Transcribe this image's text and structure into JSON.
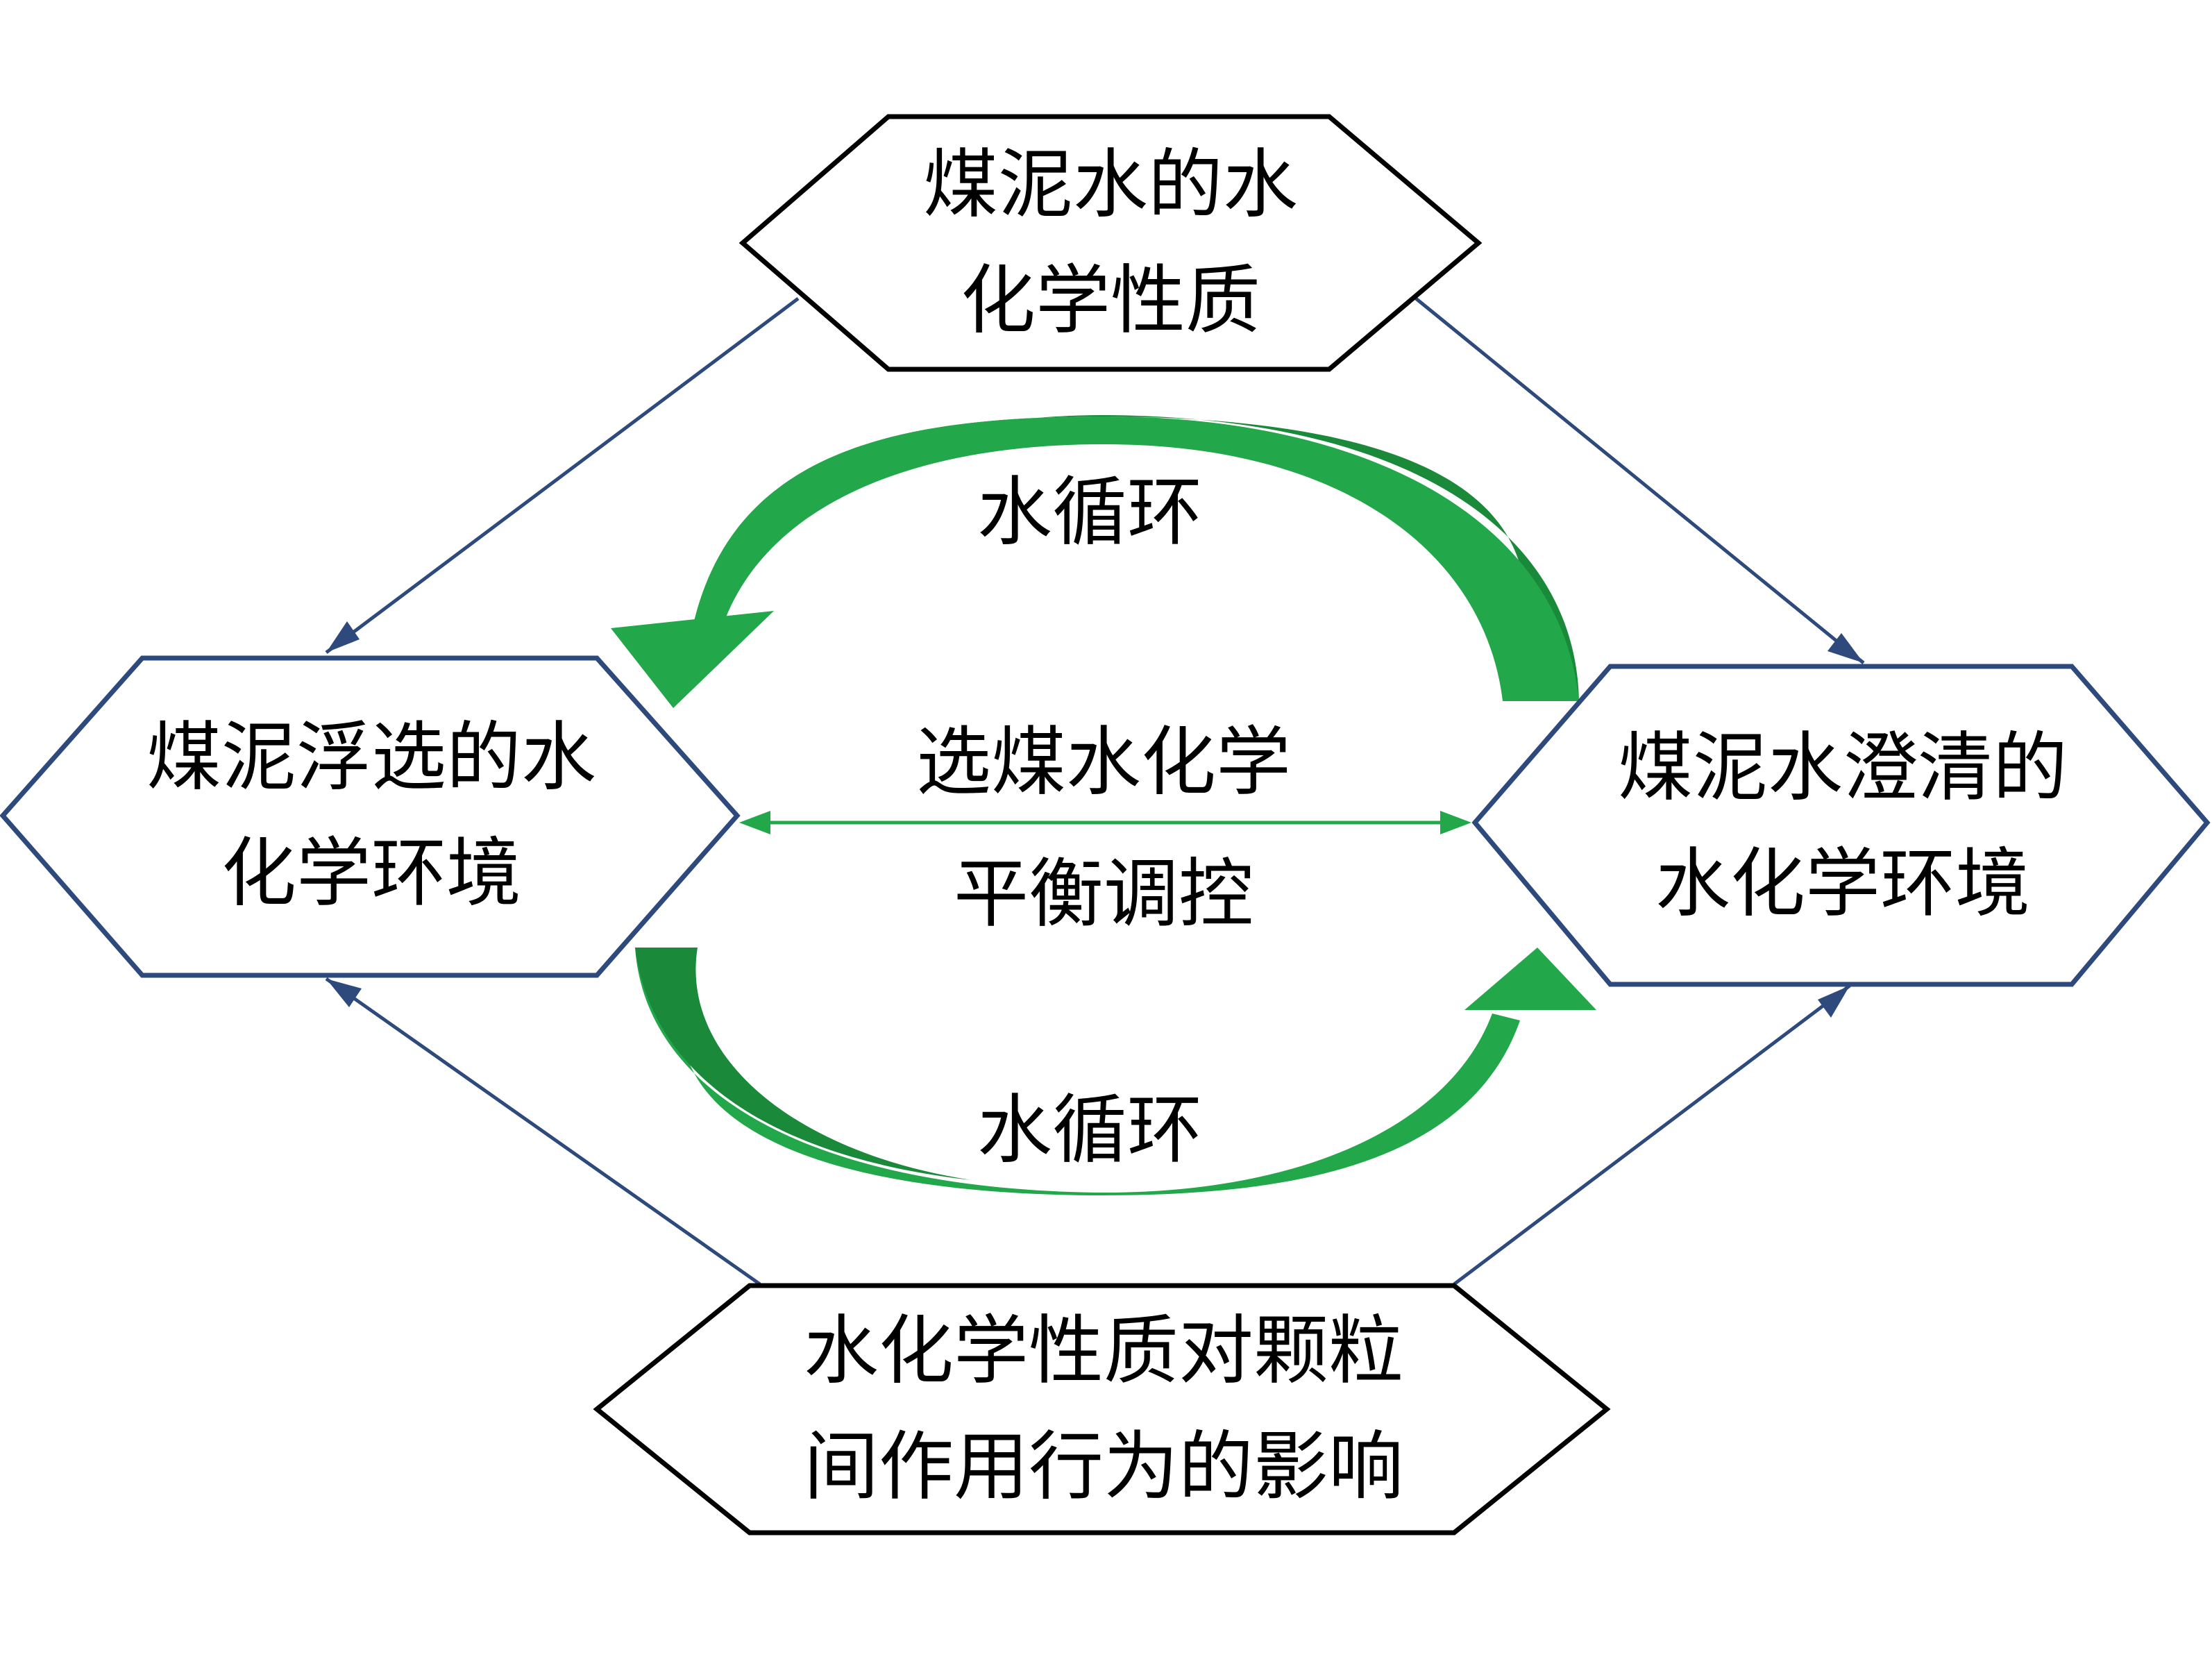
{
  "diagram": {
    "nodes": {
      "top": {
        "lines": [
          "煤泥水的水",
          "化学性质"
        ]
      },
      "left": {
        "lines": [
          "煤泥浮选的水",
          "化学环境"
        ]
      },
      "right": {
        "lines": [
          "煤泥水澄清的",
          "水化学环境"
        ]
      },
      "bottom": {
        "lines": [
          "水化学性质对颗粒",
          "间作用行为的影响"
        ]
      }
    },
    "center": {
      "line1": "选煤水化学",
      "line2": "平衡调控"
    },
    "cycles": {
      "upper_label": "水循环",
      "lower_label": "水循环"
    },
    "colors": {
      "hex_top_border": "#000000",
      "hex_bottom_border": "#000000",
      "hex_side_border": "#2e4a7d",
      "connector": "#2e4a7d",
      "green_light": "#22a84a",
      "green_dark": "#1a8a3a",
      "center_arrow": "#22a84a"
    }
  }
}
